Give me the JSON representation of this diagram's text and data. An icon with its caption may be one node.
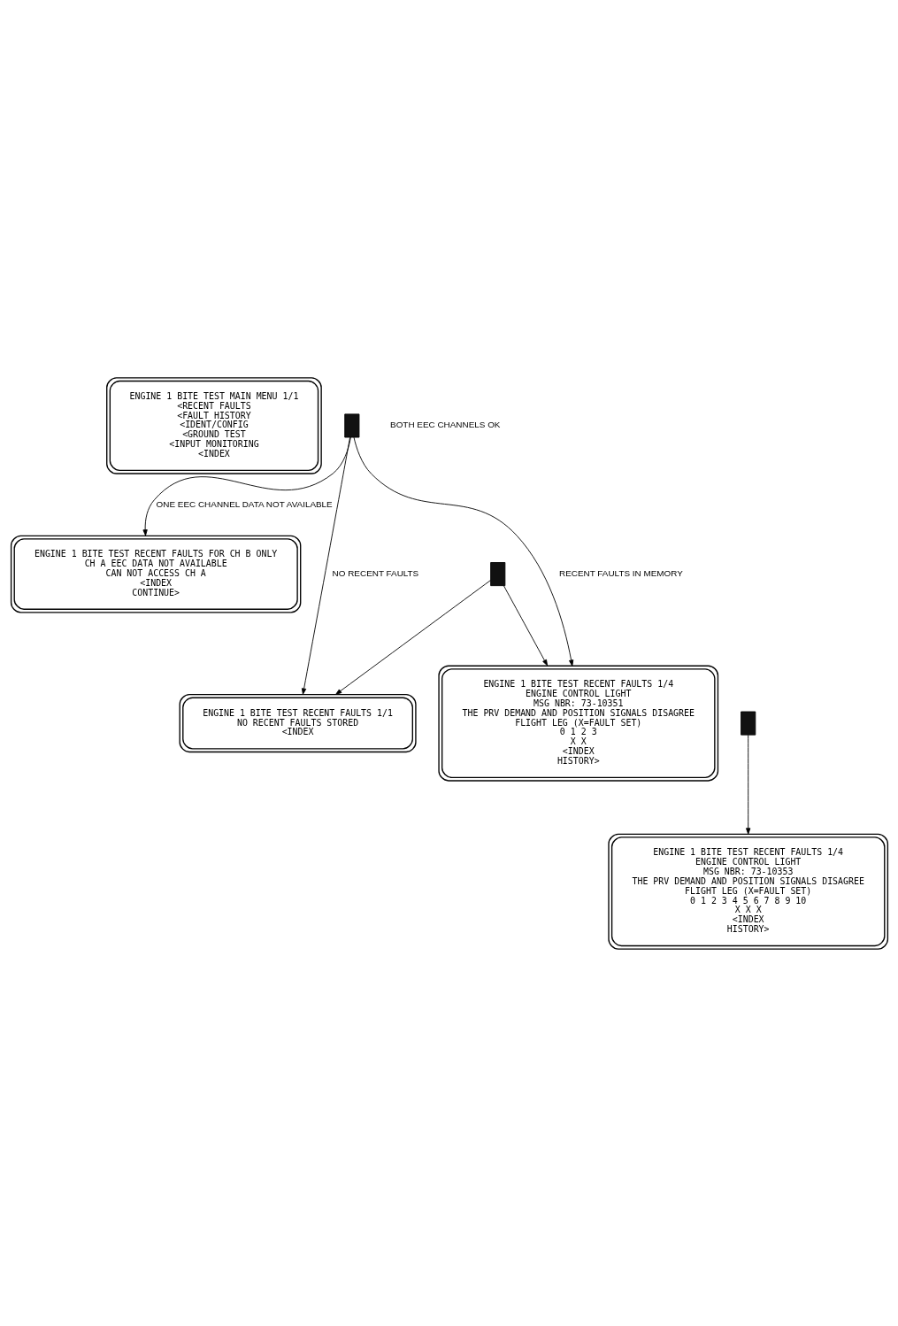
{
  "diagram": {
    "nodes": [
      {
        "text": [
          "ENGINE 1 BITE TEST MAIN MENU 1/1",
          "<RECENT FAULTS",
          "<FAULT HISTORY",
          "<IDENT/CONFIG",
          "<GROUND TEST",
          "<INPUT MONITORING",
          "<INDEX"
        ]
      },
      {
        "text": [],
        "shape": "box"
      },
      {
        "text": [
          "ENGINE 1 BITE TEST RECENT FAULTS FOR CH B ONLY",
          "CH A EEC DATA NOT AVAILABLE",
          "CAN NOT ACCESS CH A",
          "<INDEX",
          "CONTINUE>"
        ]
      },
      {
        "text": [],
        "shape": "box"
      },
      {
        "text": [
          "ENGINE 1 BITE TEST RECENT FAULTS 1/1",
          "NO RECENT FAULTS STORED",
          "<INDEX"
        ]
      },
      {
        "text": [
          "ENGINE 1 BITE TEST RECENT FAULTS 1/4",
          "ENGINE CONTROL LIGHT",
          "MSG NBR: 73-10351",
          "THE PRV DEMAND AND POSITION SIGNALS DISAGREE",
          "FLIGHT LEG (X=FAULT SET)",
          "0 1 2 3",
          "X X",
          "<INDEX",
          "HISTORY>"
        ]
      },
      {
        "text": [],
        "shape": "box"
      },
      {
        "text": [
          "ENGINE 1 BITE TEST RECENT FAULTS 1/4",
          "ENGINE CONTROL LIGHT",
          "MSG NBR: 73-10353",
          "THE PRV DEMAND AND POSITION SIGNALS DISAGREE",
          "FLIGHT LEG (X=FAULT SET)",
          "0 1 2 3 4 5 6 7 8 9 10",
          "X X X",
          "<INDEX",
          "HISTORY>"
        ]
      }
    ],
    "edges": [
      {
        "from": 1,
        "to": 2,
        "arrow": "to",
        "label": "ONE EEC CHANNEL DATA NOT AVAILABLE"
      },
      {
        "from": 1,
        "to": 4,
        "arrow": "to",
        "label": "NO RECENT FAULTS"
      },
      {
        "from": 1,
        "to": 5,
        "arrow": "to",
        "label": "RECENT FAULTS IN MEMORY"
      },
      {
        "from": 3,
        "to": 4,
        "arrow": "to"
      },
      {
        "from": 3,
        "to": 5,
        "arrow": "to"
      },
      {
        "from": 6,
        "to": 7,
        "arrow": "to"
      }
    ],
    "labels": [
      "BOTH EEC CHANNELS OK"
    ]
  }
}
